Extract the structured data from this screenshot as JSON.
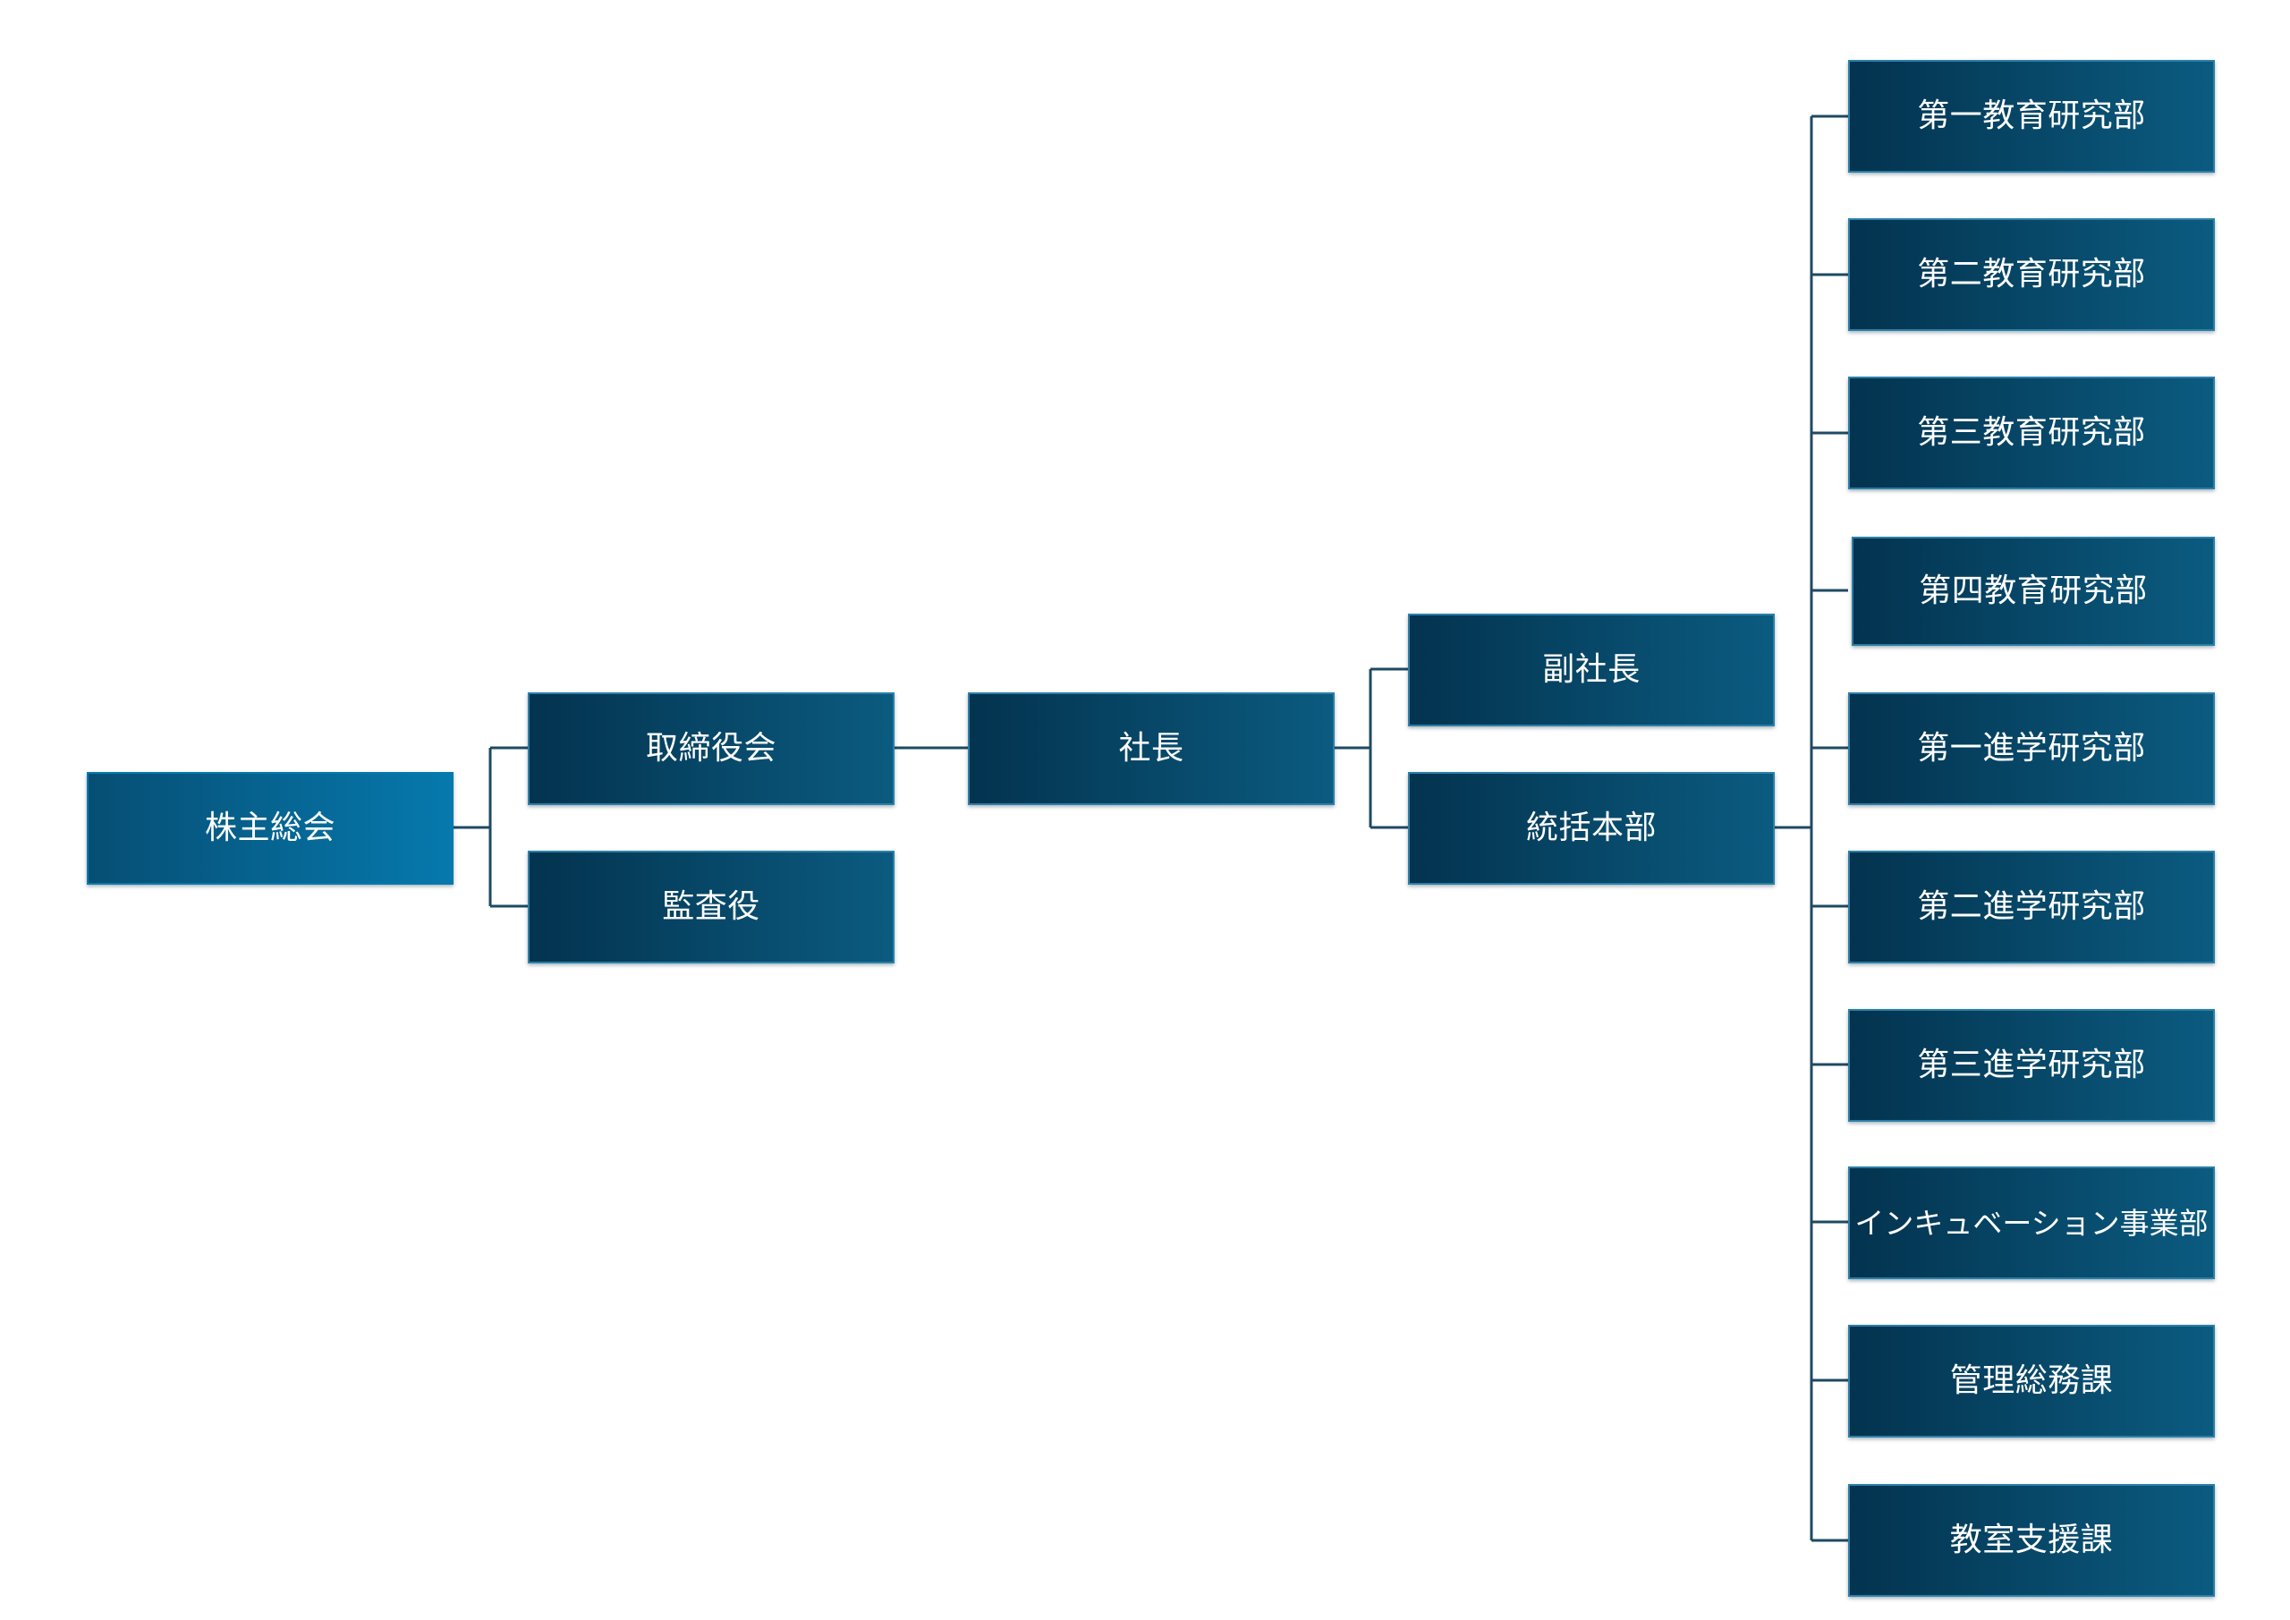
{
  "chart": {
    "nodes": {
      "shareholders": "株主総会",
      "board": "取締役会",
      "auditor": "監査役",
      "president": "社長",
      "vice_president": "副社長",
      "headquarters": "統括本部",
      "edu_research_1": "第一教育研究部",
      "edu_research_2": "第二教育研究部",
      "edu_research_3": "第三教育研究部",
      "edu_research_4": "第四教育研究部",
      "advance_research_1": "第一進学研究部",
      "advance_research_2": "第二進学研究部",
      "advance_research_3": "第三進学研究部",
      "incubation": "インキュベーション事業部",
      "general_affairs": "管理総務課",
      "classroom_support": "教室支援課"
    },
    "colors": {
      "box_dark": "#03334f",
      "box_light": "#0b5b80",
      "root_light": "#0679ad",
      "connector": "#1e4a62",
      "text": "#ffffff"
    }
  }
}
